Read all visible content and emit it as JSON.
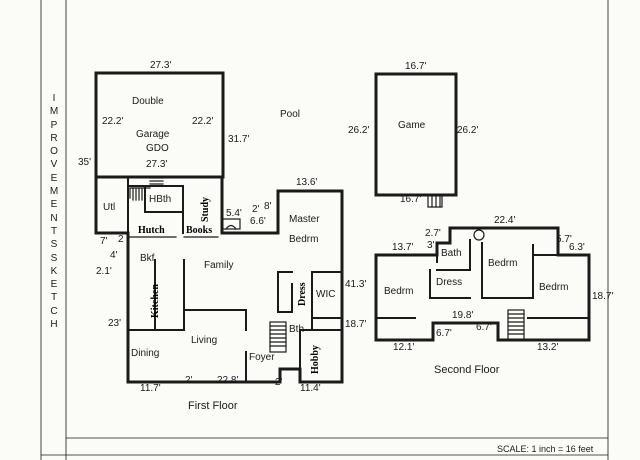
{
  "side_title_letters": [
    "I",
    "M",
    "P",
    "R",
    "O",
    "V",
    "E",
    "M",
    "E",
    "N",
    "T",
    "S",
    "",
    "S",
    "K",
    "E",
    "T",
    "C",
    "H"
  ],
  "garage": {
    "width_top": "27.3'",
    "left_depth": "22.2'",
    "right_depth": "22.2'",
    "name_1": "Double",
    "name_2": "Garage",
    "name_3": "GDO",
    "inner_width": "27.3'"
  },
  "pool_label": "Pool",
  "game": {
    "width_top": "16.7'",
    "left_depth": "26.2'",
    "name": "Game",
    "right_depth": "26.2'",
    "width_bottom": "16.7'"
  },
  "first_floor": {
    "title": "First Floor",
    "dim_left_35": "35'",
    "dim_31_7": "31.7'",
    "dim_13_6": "13.6'",
    "dim_5_4": "5.4'",
    "dim_2a": "2'",
    "dim_8": "8'",
    "dim_6_6": "6.6'",
    "dim_7": "7'",
    "dim_2b": "2",
    "dim_4": "4'",
    "dim_2_1": "2.1'",
    "dim_23": "23'",
    "dim_41_3": "41.3'",
    "dim_18_7": "18.7'",
    "dim_11_7": "11.7'",
    "dim_2c": "2'",
    "dim_22_8": "22.8'",
    "dim_2d": "2'",
    "dim_11_4": "11.4'",
    "rooms": {
      "utl": "Utl",
      "hbth": "HBth",
      "study": "Study",
      "hutch": "Hutch",
      "books": "Books",
      "master_1": "Master",
      "master_2": "Bedrm",
      "bkf": "Bkf",
      "family": "Family",
      "kitchen": "Kitchen",
      "dress": "Dress",
      "wic": "WIC",
      "bth": "Bth",
      "living": "Living",
      "dining": "Dining",
      "foyer": "Foyer",
      "hobby": "Hobby"
    }
  },
  "second_floor": {
    "title": "Second Floor",
    "dim_22_4": "22.4'",
    "dim_2_7": "2.7'",
    "dim_3": "3'",
    "dim_13_7": "13.7'",
    "dim_5_7": "5.7'",
    "dim_6_3": "6.3'",
    "dim_18_7": "18.7'",
    "dim_19_8": "19.8'",
    "dim_6_7a": "6.7'",
    "dim_6_7b": "6.7'",
    "dim_12_1": "12.1'",
    "dim_13_2": "13.2'",
    "rooms": {
      "bath": "Bath",
      "bedrm_center": "Bedrm",
      "bedrm_left": "Bedrm",
      "dress": "Dress",
      "bedrm_right": "Bedrm"
    }
  },
  "scale_note": "SCALE: 1 inch = 16 feet"
}
